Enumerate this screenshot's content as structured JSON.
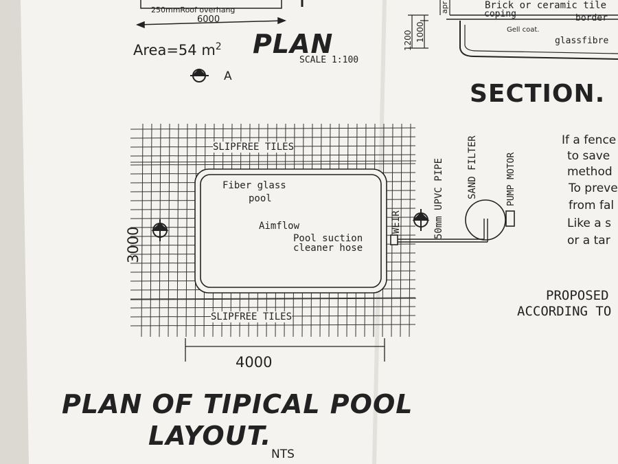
{
  "top_plan": {
    "overhang_label": "250mmRoof overhang",
    "width_dim": "6000",
    "area_label": "Area=54 m",
    "area_superscript": "2",
    "plan_title": "PLAN",
    "scale_label": "SCALE 1:100",
    "section_marker": "A"
  },
  "section": {
    "apr_fragment": "apr",
    "brick_label": "Brick or ceramic tile",
    "coping_label": "coping",
    "border_label": "border",
    "gel_coat_label": "Gell coat.",
    "glassfibre_label": "glassfibre",
    "dim_1200": "1200",
    "dim_1000": "1000",
    "title": "SECTION."
  },
  "pool_plan": {
    "tiles_top": "SLIPFREE TILES",
    "tiles_bottom": "SLIPFREE TILES",
    "pool_label_line1": "Fiber glass",
    "pool_label_line2": "pool",
    "aimflow_label": "Aimflow",
    "suction_line1": "Pool suction",
    "suction_line2": "cleaner hose",
    "weir_label": "WEIR",
    "pipe_label": "50mm UPVC PIPE",
    "filter_label": "SAND FILTER",
    "pump_label": "PUMP MOTOR",
    "width_dim": "4000",
    "height_dim": "3000"
  },
  "notes": {
    "line1": "If a fence",
    "line2": "to save",
    "line3": "method",
    "line4": "To preve",
    "line5": "from fal",
    "line6": "Like a s",
    "line7": "or a tar",
    "proposed_line1": "PROPOSED",
    "proposed_line2": "ACCORDING TO"
  },
  "footer": {
    "title_line1": "PLAN OF TIPICAL POOL",
    "title_line2": "LAYOUT.",
    "nts_label": "NTS"
  },
  "colors": {
    "paper": "#f4f3ef",
    "ink": "#222222",
    "background": "#c9c6bf"
  }
}
